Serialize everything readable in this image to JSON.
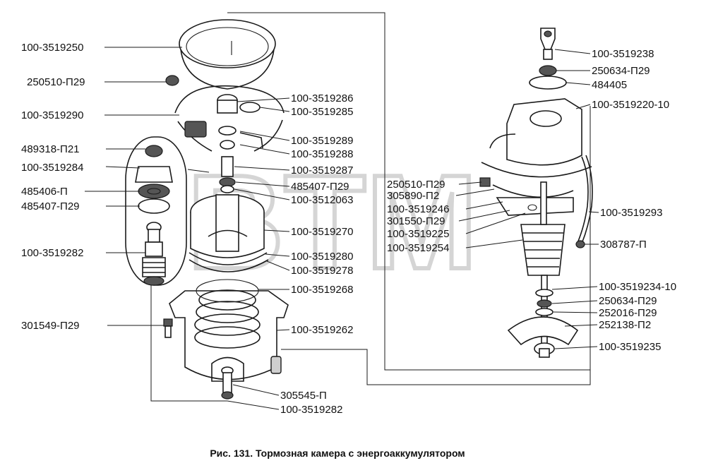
{
  "watermark": "BTM",
  "caption": "Рис. 131. Тормозная камера с энергоаккумулятором",
  "labels": {
    "l01": "100-3519250",
    "l02": "250510-П29",
    "l03": "100-3519290",
    "l04": "489318-П21",
    "l05": "100-3519284",
    "l06": "485406-П",
    "l07": "485407-П29",
    "l08": "100-3519282",
    "l09": "301549-П29",
    "l10": "100-3519286",
    "l11": "100-3519285",
    "l12": "100-3519289",
    "l13": "100-3519288",
    "l14": "100-3519287",
    "l15": "485407-П29",
    "l16": "100-3512063",
    "l17": "100-3519270",
    "l18": "100-3519280",
    "l19": "100-3519278",
    "l20": "100-3519268",
    "l21": "100-3519262",
    "l22": "305545-П",
    "l23": "100-3519282",
    "r01": "100-3519238",
    "r02": "250634-П29",
    "r03": "484405",
    "r04": "100-3519220-10",
    "r05": "250510-П29",
    "r06": "305890-П2",
    "r07": "100-3519246",
    "r08": "301550-П29",
    "r09": "100-3519225",
    "r10": "100-3519254",
    "r11": "100-3519293",
    "r12": "308787-П",
    "r13": "100-3519234-10",
    "r14": "250634-П29",
    "r15": "252016-П29",
    "r16": "252138-П2",
    "r17": "100-3519235"
  }
}
